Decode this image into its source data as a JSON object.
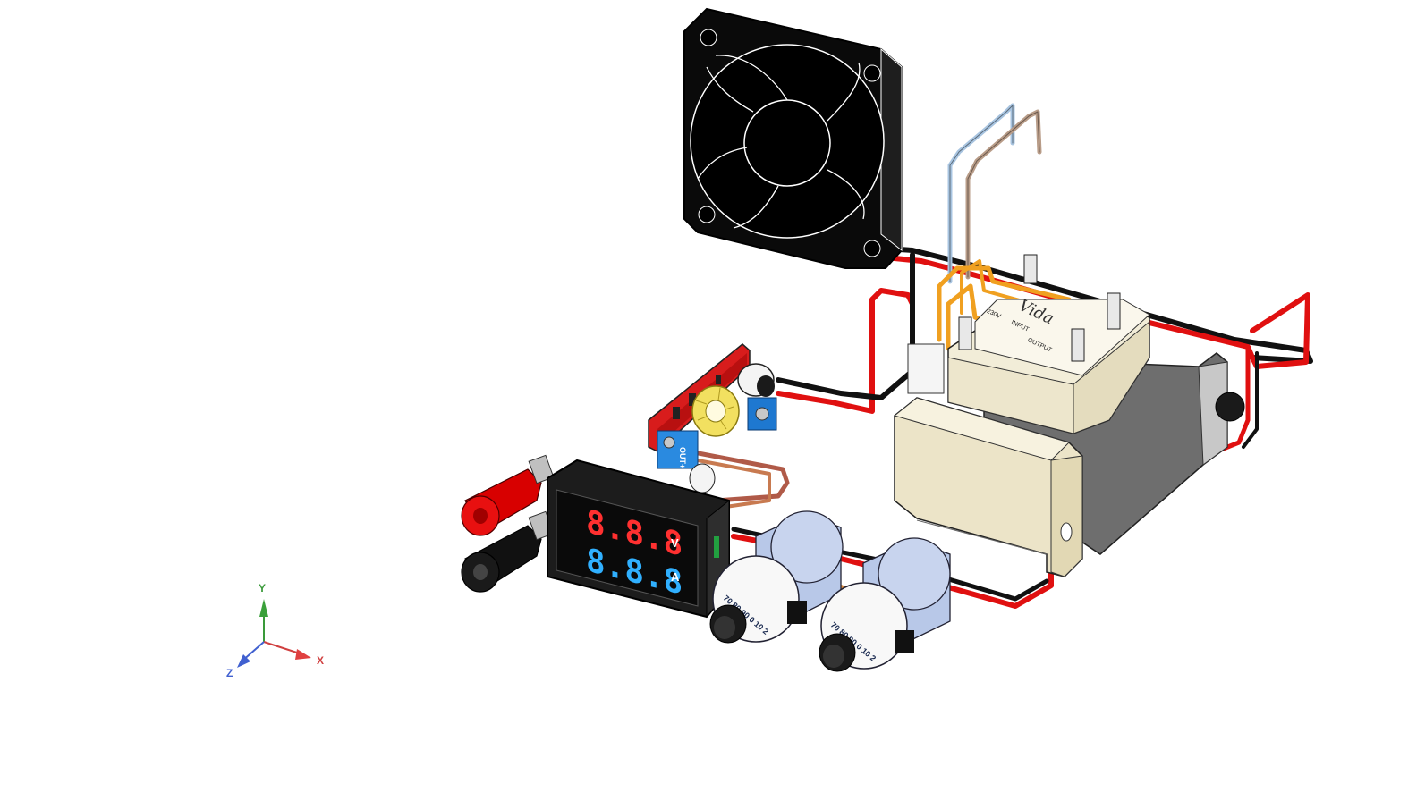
{
  "scene": {
    "colors": {
      "wire_red": "#e01010",
      "wire_black": "#111111",
      "wire_orange": "#f0a020",
      "wire_blue": "#a8c4e0",
      "wire_tan": "#b89c88",
      "pcb": "#d81c1c",
      "transformer": "#ece4c8",
      "relay": "#f2edd8",
      "display_red": "#ff3030",
      "display_blue": "#30b0ff",
      "knob_blue": "#b8c8e8"
    },
    "icons": {
      "fan": "fan-icon",
      "relay": "relay-icon",
      "transformer": "transformer-icon",
      "meter": "voltmeter-ammeter-icon",
      "terminals": "binding-post-icon",
      "pots": "potentiometer-dial-icon"
    }
  },
  "meter": {
    "top_digits": "8.8.8",
    "bottom_digits": "8.8.8",
    "unit_top": "V",
    "unit_bottom": "A"
  },
  "relay": {
    "brand": "Vida",
    "line1": "230V",
    "line2": "INPUT",
    "line3": "OUTPUT"
  },
  "pcb": {
    "terminal_label": "OUT+"
  },
  "dials": {
    "scale": "70 80 90 0 10 2"
  },
  "axis_triad": {
    "x": "X",
    "y": "Y",
    "z": "Z"
  }
}
